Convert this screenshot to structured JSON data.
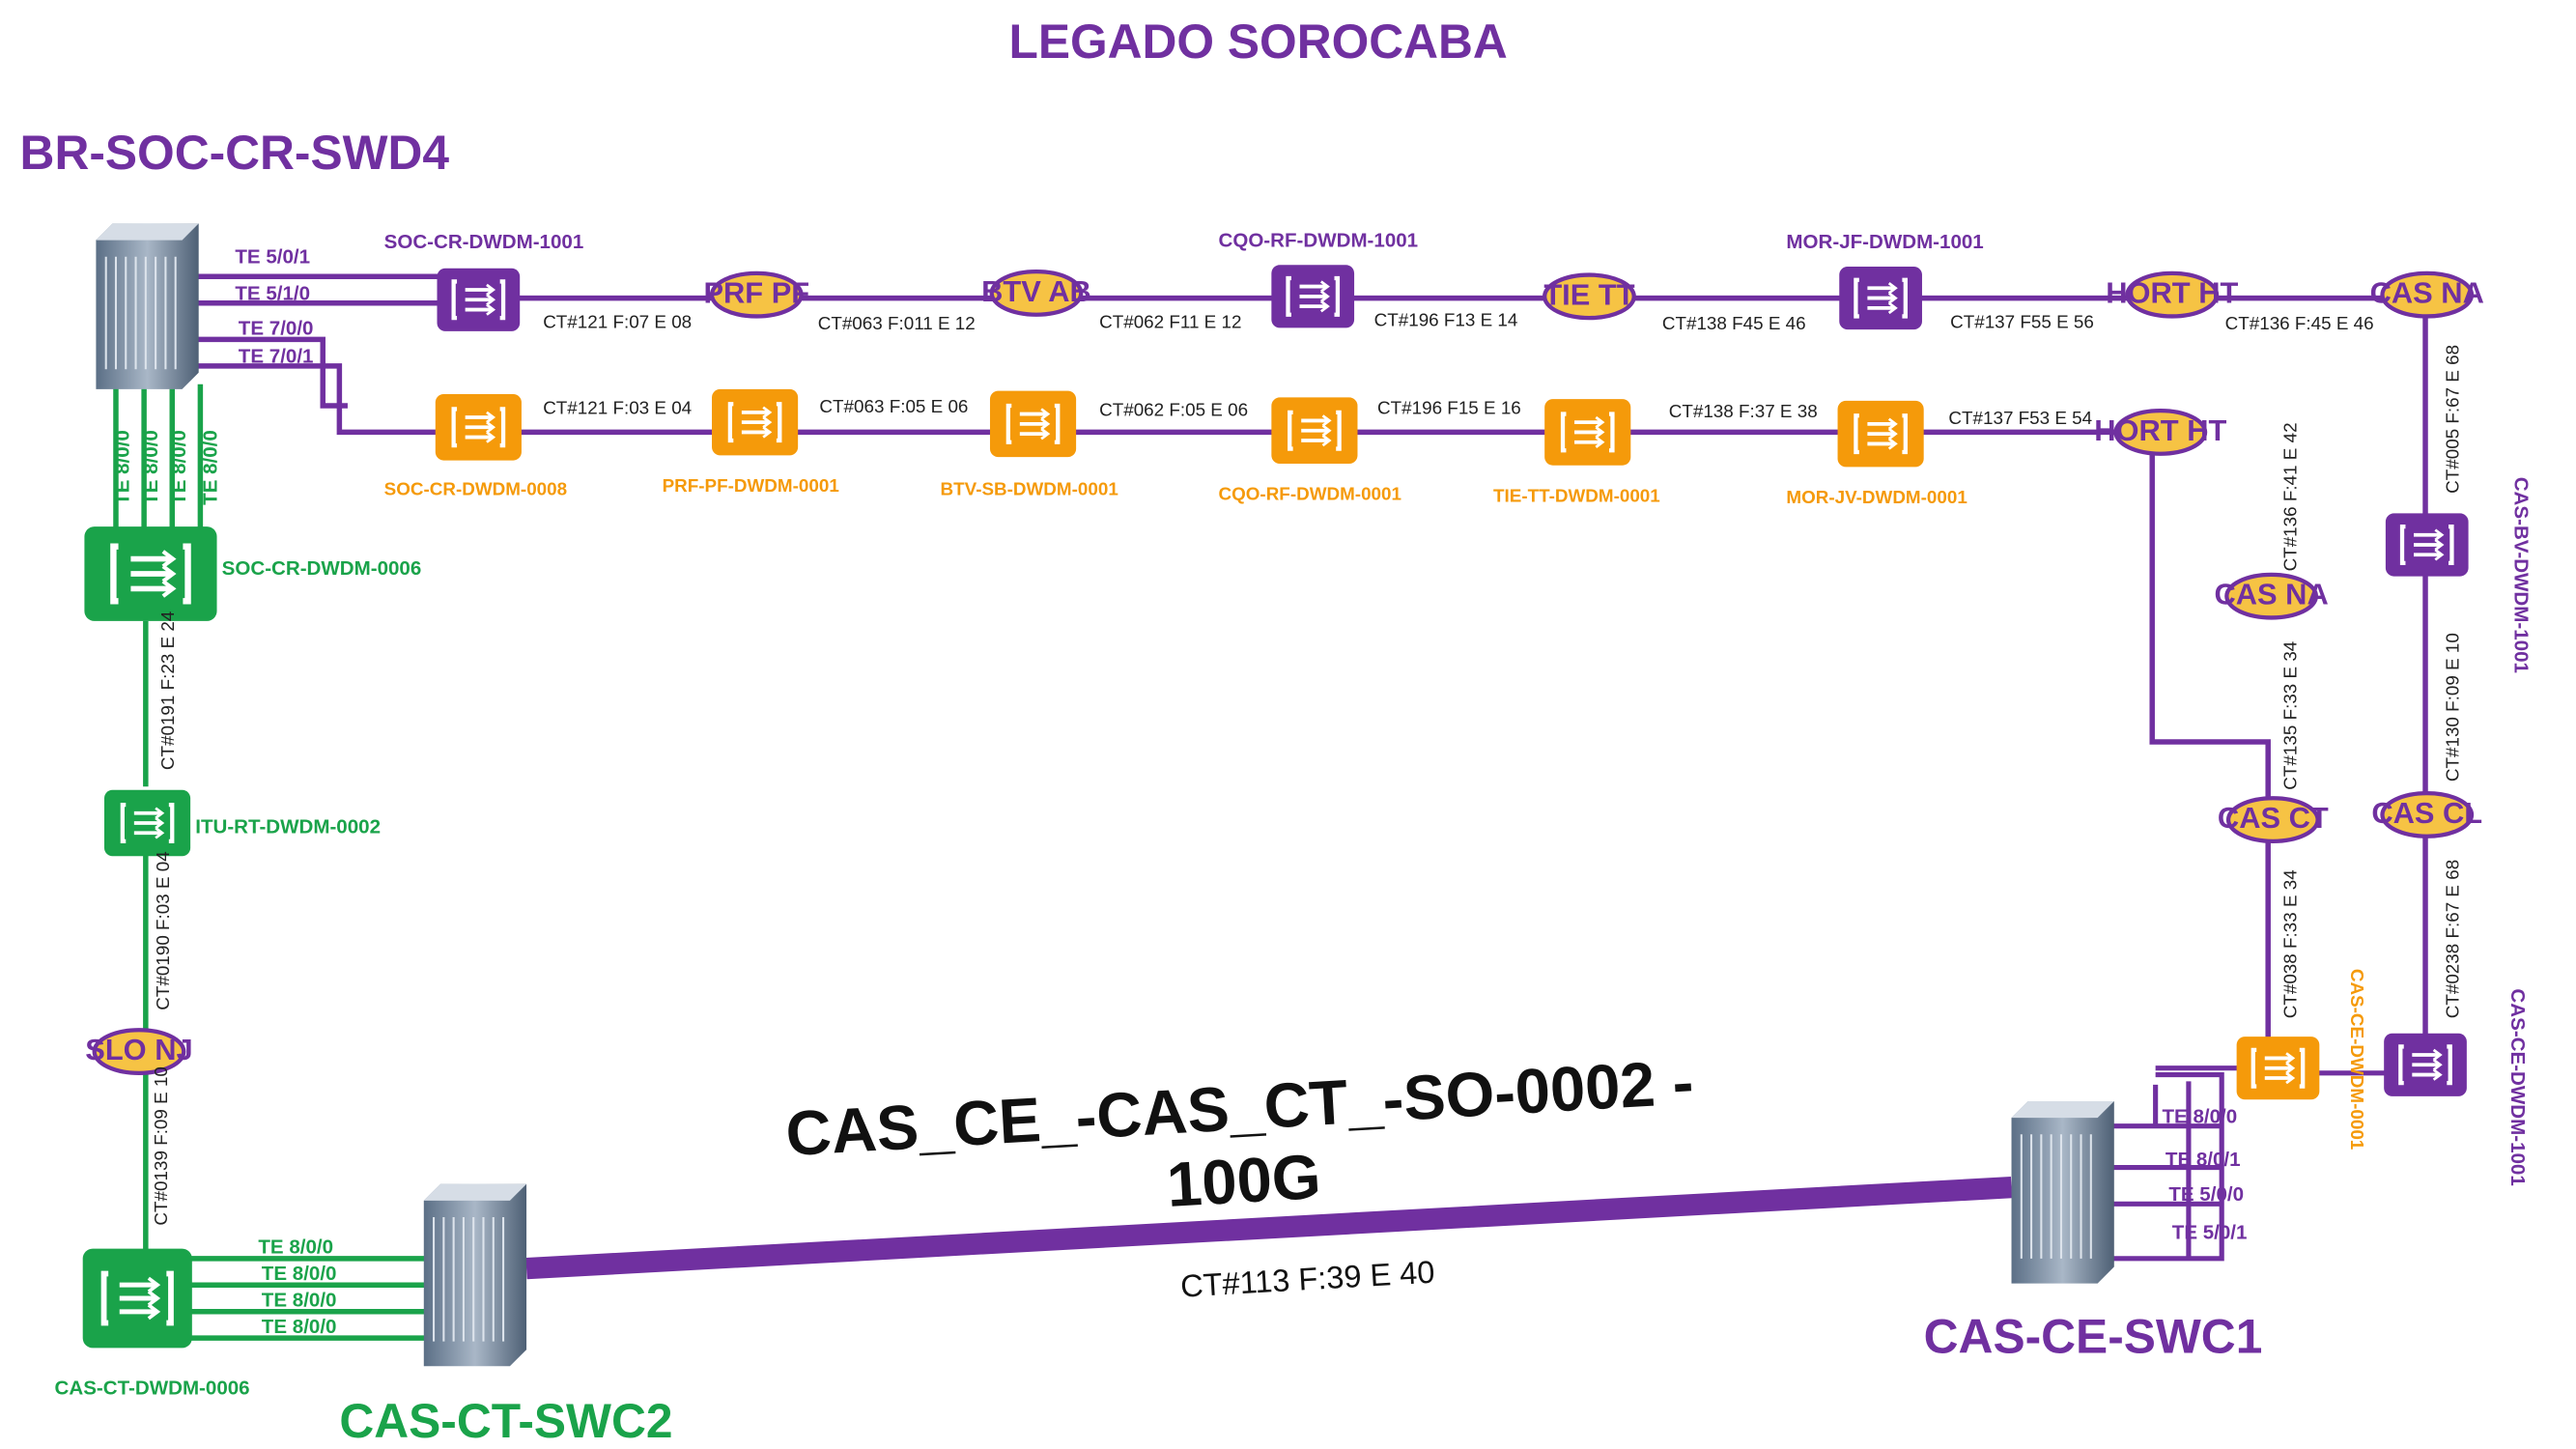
{
  "colors": {
    "purple": "#7030a0",
    "orange": "#f59a0a",
    "green": "#1aa34a",
    "yellow": "#f6c344"
  },
  "title": "LEGADO SOROCABA",
  "switches": {
    "br": "BR-SOC-CR-SWD4",
    "ct": "CAS-CT-SWC2",
    "ce": "CAS-CE-SWC1"
  },
  "interfaces": {
    "br_purple": [
      "TE 5/0/1",
      "TE 5/1/0"
    ],
    "br_orange": [
      "TE 7/0/0",
      "TE 7/0/1"
    ],
    "br_green": [
      "TE 8/0/0",
      "TE 8/0/0",
      "TE 8/0/0",
      "TE 8/0/0"
    ],
    "ct": [
      "TE 8/0/0",
      "TE 8/0/0",
      "TE 8/0/0",
      "TE 8/0/0"
    ],
    "ce": [
      "TE 8/0/0",
      "TE 8/0/1",
      "TE 5/0/0",
      "TE 5/0/1"
    ]
  },
  "nodes": {
    "soc_cr_1001": "SOC-CR-DWDM-1001",
    "cqo_rf_1001_top": "CQO-RF-DWDM-1001",
    "mor_jf_1001": "MOR-JF-DWDM-1001",
    "soc_cr_0008": "SOC-CR-DWDM-0008",
    "prf_pf": "PRF-PF-DWDM-0001",
    "btv_sb": "BTV-SB-DWDM-0001",
    "cqo_rf_0001": "CQO-RF-DWDM-0001",
    "tie_tt": "TIE-TT-DWDM-0001",
    "mor_jv": "MOR-JV-DWDM-0001",
    "soc_cr_0006": "SOC-CR-DWDM-0006",
    "itu_rt": "ITU-RT-DWDM-0002",
    "cas_ct_0006": "CAS-CT-DWDM-0006",
    "cas_bv": "CAS-BV-DWDM-1001",
    "cas_ce_1001": "CAS-CE-DWDM-1001",
    "cas_ce_0001": "CAS-CE-DWDM-0001"
  },
  "sites": {
    "prf_pf": "PRF PF",
    "btv_ab": "BTV AB",
    "tie_tt": "TIE TT",
    "hort_ht_top": "HORT HT",
    "cas_na_top": "CAS NA",
    "hort_ht_mid": "HORT HT",
    "cas_na_mid": "CAS NA",
    "cas_ct": "CAS CT",
    "cas_cl": "CAS CL",
    "slo_nj": "SLO NJ"
  },
  "cables": {
    "top": [
      "CT#121 F:07 E 08",
      "CT#063 F:011 E 12",
      "CT#062  F11 E 12",
      "CT#196 F13 E 14",
      "CT#138  F45 E 46",
      "CT#137  F55 E 56",
      "CT#136  F:45 E 46"
    ],
    "mid": [
      "CT#121 F:03 E 04",
      "CT#063 F:05 E 06",
      "CT#062  F:05 E 06",
      "CT#196 F15 E 16",
      "CT#138  F:37 E 38",
      "CT#137  F53 E 54"
    ],
    "left": [
      "CT#0191 F:23 E 24",
      "CT#0190 F:03 E 04",
      "CT#0139 F:09 E 10"
    ],
    "right_inner": [
      "CT#136  F:41 E 42",
      "CT#135 F:33 E 34",
      "CT#038 F:33 E 34"
    ],
    "right_outer": [
      "CT#005 F:67 E 68",
      "CT#130  F:09 E 10",
      "CT#0238  F:67 E 68"
    ]
  },
  "circuit": {
    "line1": "CAS_CE_-CAS_CT_-SO-0002 -",
    "line2": "100G",
    "cable": "CT#113 F:39 E 40"
  }
}
